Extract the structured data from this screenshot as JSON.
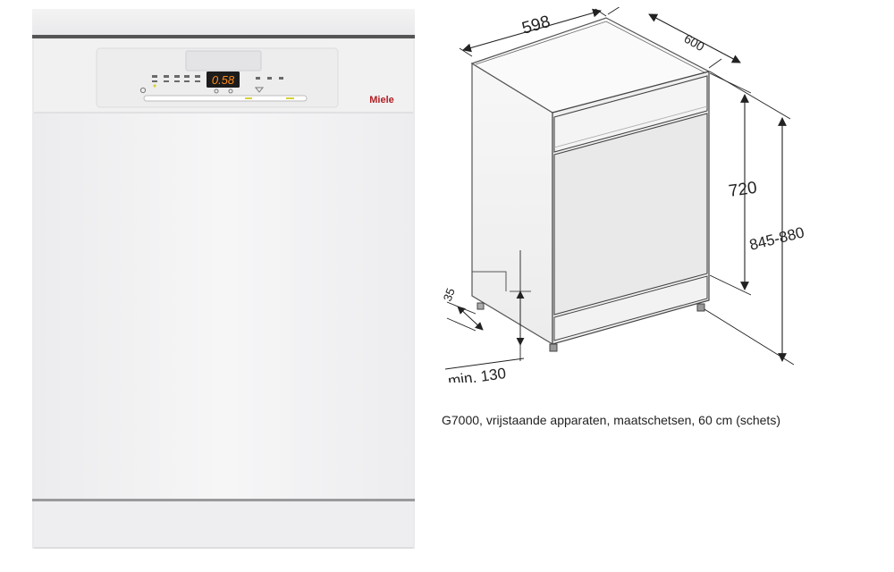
{
  "photo": {
    "brand": "Miele",
    "display": "0.58"
  },
  "sketch": {
    "dim_width": "598",
    "dim_depth": "600",
    "dim_body_height": "720",
    "dim_total_height": "845-880",
    "dim_plinth": "35",
    "dim_min_gap": "min. 130"
  },
  "caption": "G7000, vrijstaande apparaten, maatschetsen, 60 cm (schets)"
}
